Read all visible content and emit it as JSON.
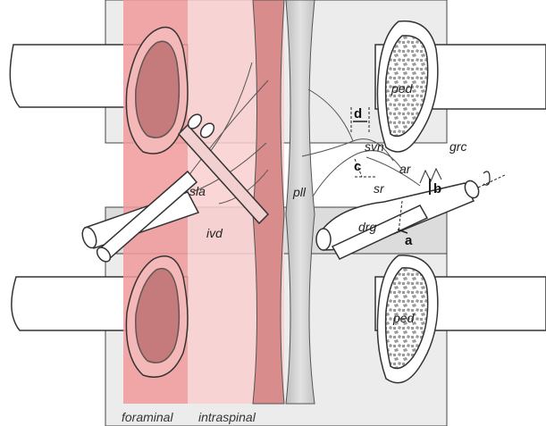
{
  "labels": {
    "ped_upper": "ped",
    "ped_lower": "ped",
    "svn": "svn",
    "grc": "grc",
    "ar": "ar",
    "sr": "sr",
    "drg": "drg",
    "pll": "pll",
    "sla": "sla",
    "ivd": "ivd",
    "a": "a",
    "b": "b",
    "c": "c",
    "d": "d"
  },
  "captions": {
    "foraminal": "foraminal",
    "intraspinal": "intraspinal"
  },
  "colors": {
    "foraminal_zone": "#f19a9a",
    "intraspinal_zone": "#f9cfcf",
    "bone": "#ffffff",
    "bone_stroke": "#333333",
    "cancellous": "#9a9a9a",
    "ligament": "#c8c8c8"
  }
}
